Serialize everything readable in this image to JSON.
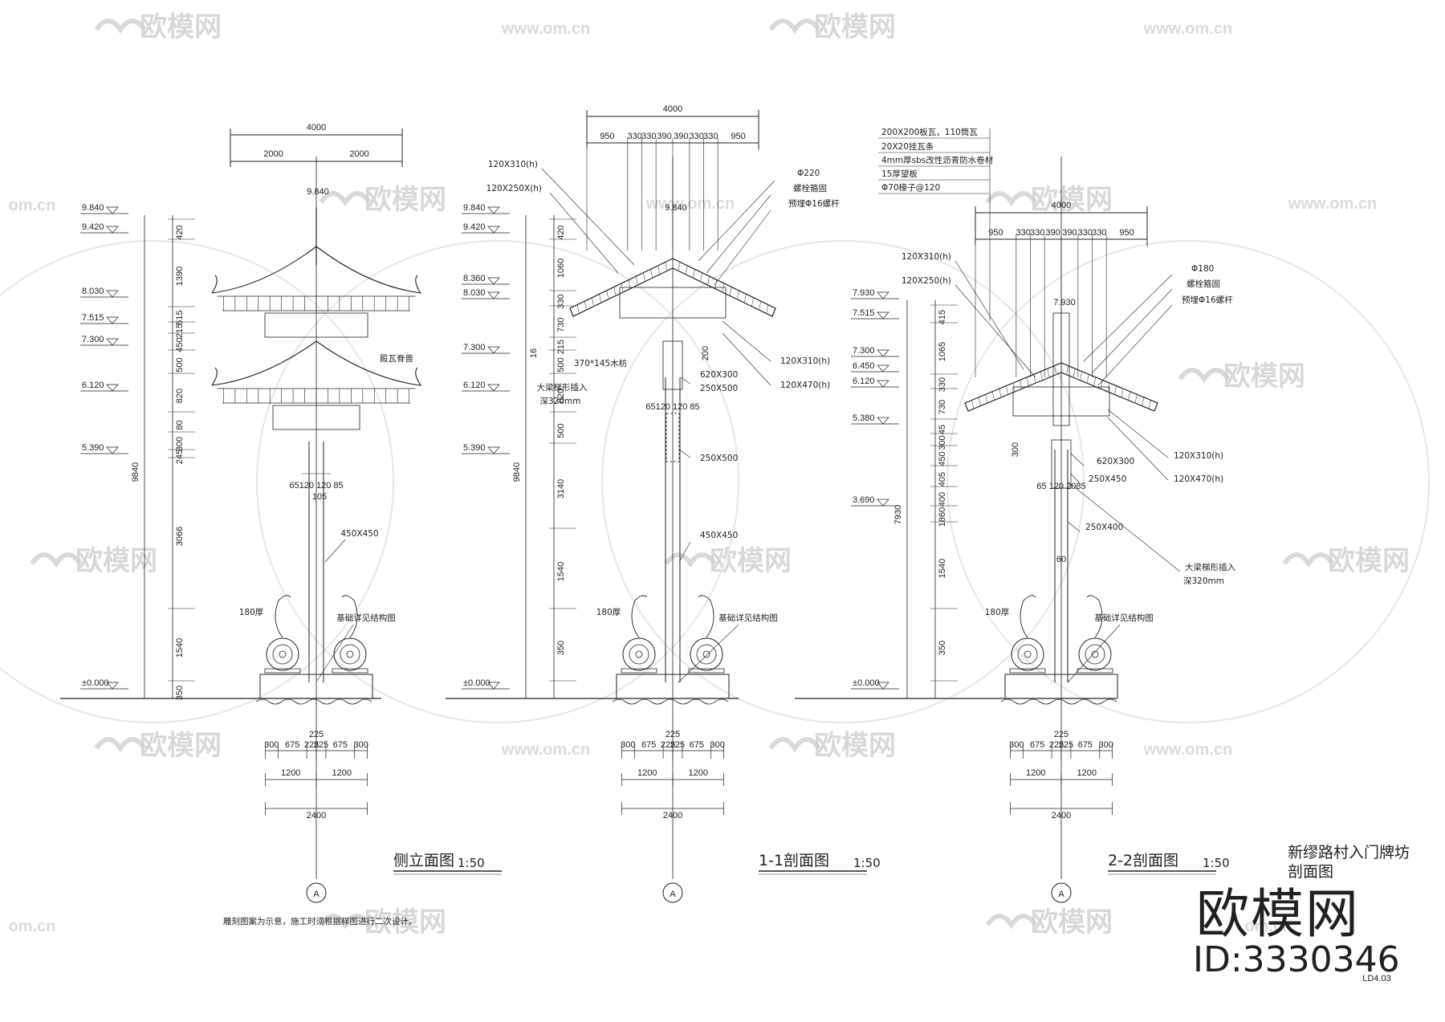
{
  "watermarks": {
    "brand": "欧模网",
    "url": "www.om.cn",
    "url_short": "om.cn"
  },
  "elevation_view": {
    "title": "侧立面图",
    "scale": "1:50",
    "top_dims": {
      "total": "4000",
      "left": "2000",
      "right": "2000"
    },
    "elevations": [
      "9.840",
      "9.420",
      "8.030",
      "7.515",
      "7.300",
      "6.120",
      "5.390",
      "±0.000"
    ],
    "peak_label": "9.840",
    "vertical_dims": [
      "420",
      "1390",
      "515",
      "215",
      "450",
      "500",
      "820",
      "80",
      "300",
      "245",
      "3066",
      "1540",
      "350"
    ],
    "total_height": "9840",
    "labels": {
      "roof_decor": "殿瓦脊兽",
      "column": "450X450",
      "stone_thickness": "180厚",
      "stone_note": "基础详见结构图",
      "col_small": "65120 120 85",
      "col_small2": "105"
    },
    "bottom_dims": [
      "300",
      "675",
      "225",
      "225",
      "675",
      "300"
    ],
    "bottom_mid": "225",
    "half_dims": [
      "1200",
      "1200"
    ],
    "base_total": "2400",
    "axis": "A"
  },
  "section_1": {
    "title": "1-1剖面图",
    "scale": "1:50",
    "top_dims": {
      "total": "4000",
      "parts": [
        "950",
        "330",
        "330",
        "390",
        "390",
        "330",
        "330",
        "950"
      ]
    },
    "elevations": [
      "9.840",
      "9.420",
      "8.360",
      "8.030",
      "7.300",
      "6.120",
      "5.390",
      "±0.000"
    ],
    "peak_label": "9.840",
    "vertical_dims": [
      "420",
      "1060",
      "330",
      "730",
      "215",
      "500",
      "820",
      "500",
      "3140",
      "1540",
      "350"
    ],
    "total_height": "9840",
    "labels": {
      "l1": "120X310(h)",
      "l2": "120X250X(h)",
      "l3": "Φ220",
      "l4": "螺栓箍固",
      "l5": "预埋Φ16螺杆",
      "l6": "370*145木枋",
      "l7": "大梁梯形插入",
      "l8": "深320mm",
      "l9": "620X300",
      "l10": "250X500",
      "l11": "120X310(h)",
      "l12": "120X470(h)",
      "l13": "250X500",
      "l14": "450X450",
      "l15": "180厚",
      "l16": "基础详见结构图",
      "l17": "65120 120 85",
      "l18": "200",
      "l19": "16"
    },
    "bottom_dims": [
      "300",
      "675",
      "225",
      "225",
      "675",
      "300"
    ],
    "bottom_mid": "225",
    "half_dims": [
      "1200",
      "1200"
    ],
    "base_total": "2400",
    "axis": "A"
  },
  "section_2": {
    "title": "2-2剖面图",
    "scale": "1:50",
    "layers": [
      "200X200板瓦，110筒瓦",
      "20X20挂瓦条",
      "4mm厚sbs改性沥青防水卷材",
      "15厚望板",
      "Φ70椽子@120"
    ],
    "top_dims": {
      "total": "4000",
      "parts": [
        "950",
        "330",
        "330",
        "390",
        "390",
        "330",
        "330",
        "950"
      ]
    },
    "elevations": [
      "7.930",
      "7.515",
      "7.300",
      "6.450",
      "6.120",
      "5.380",
      "3.690",
      "±0.000"
    ],
    "peak_label": "7.930",
    "vertical_dims": [
      "415",
      "1065",
      "330",
      "730",
      "45",
      "300",
      "450",
      "405",
      "400",
      "1860",
      "1540",
      "350"
    ],
    "total_height": "7930",
    "labels": {
      "l1": "120X310(h)",
      "l2": "120X250(h)",
      "l3": "Φ180",
      "l4": "螺栓箍固",
      "l5": "预埋Φ16螺杆",
      "l6": "620X300",
      "l7": "250X450",
      "l8": "250X400",
      "l9": "120X310(h)",
      "l10": "120X470(h)",
      "l11": "大梁梯形插入",
      "l12": "深320mm",
      "l13": "180厚",
      "l14": "基础详见结构图",
      "l15": "65 120 2085",
      "l16": "300",
      "l17": "60"
    },
    "bottom_dims": [
      "300",
      "675",
      "225",
      "225",
      "675",
      "300"
    ],
    "bottom_mid": "225",
    "half_dims": [
      "1200",
      "1200"
    ],
    "base_total": "2400",
    "axis": "A"
  },
  "sheet": {
    "title_line1": "新缪路村入门牌坊",
    "title_line2": "剖面图",
    "sheet_no": "LD4.03",
    "note": "雕刻图案为示意，施工时须根据样图进行二次设计。"
  },
  "brand_overlay": {
    "name": "欧模网",
    "id": "ID:3330346"
  }
}
